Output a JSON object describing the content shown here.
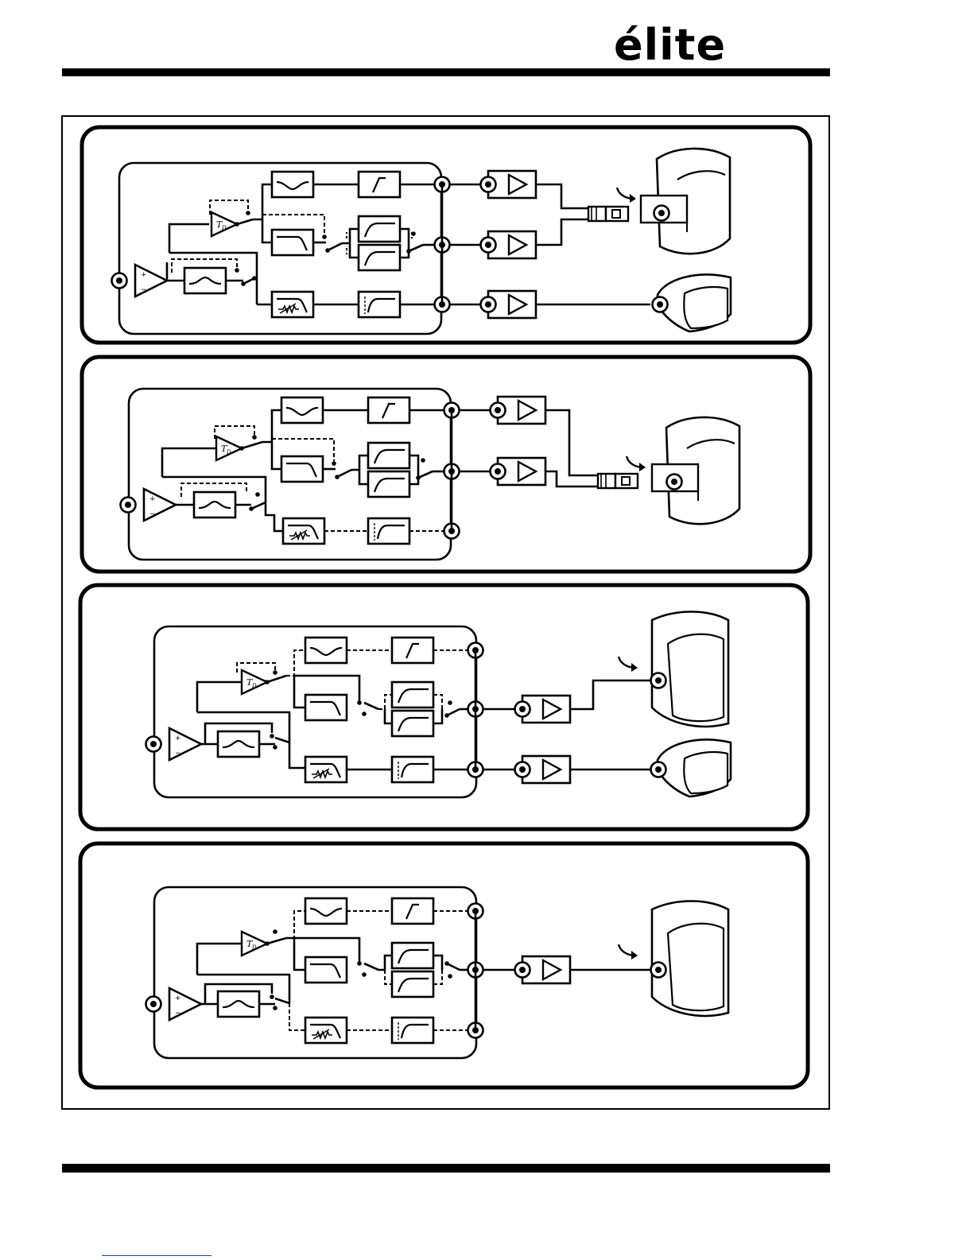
{
  "header": {
    "brand": "élite"
  },
  "panels": [
    {
      "id": "panel-1"
    },
    {
      "id": "panel-2"
    },
    {
      "id": "panel-3"
    },
    {
      "id": "panel-4"
    }
  ],
  "block_labels": {
    "input_plus": "+",
    "input_minus": "−",
    "delay": "T",
    "delay_sub": "D"
  },
  "colors": {
    "ink": "#000000",
    "paper": "#ffffff",
    "link": "#1a3cc8"
  }
}
